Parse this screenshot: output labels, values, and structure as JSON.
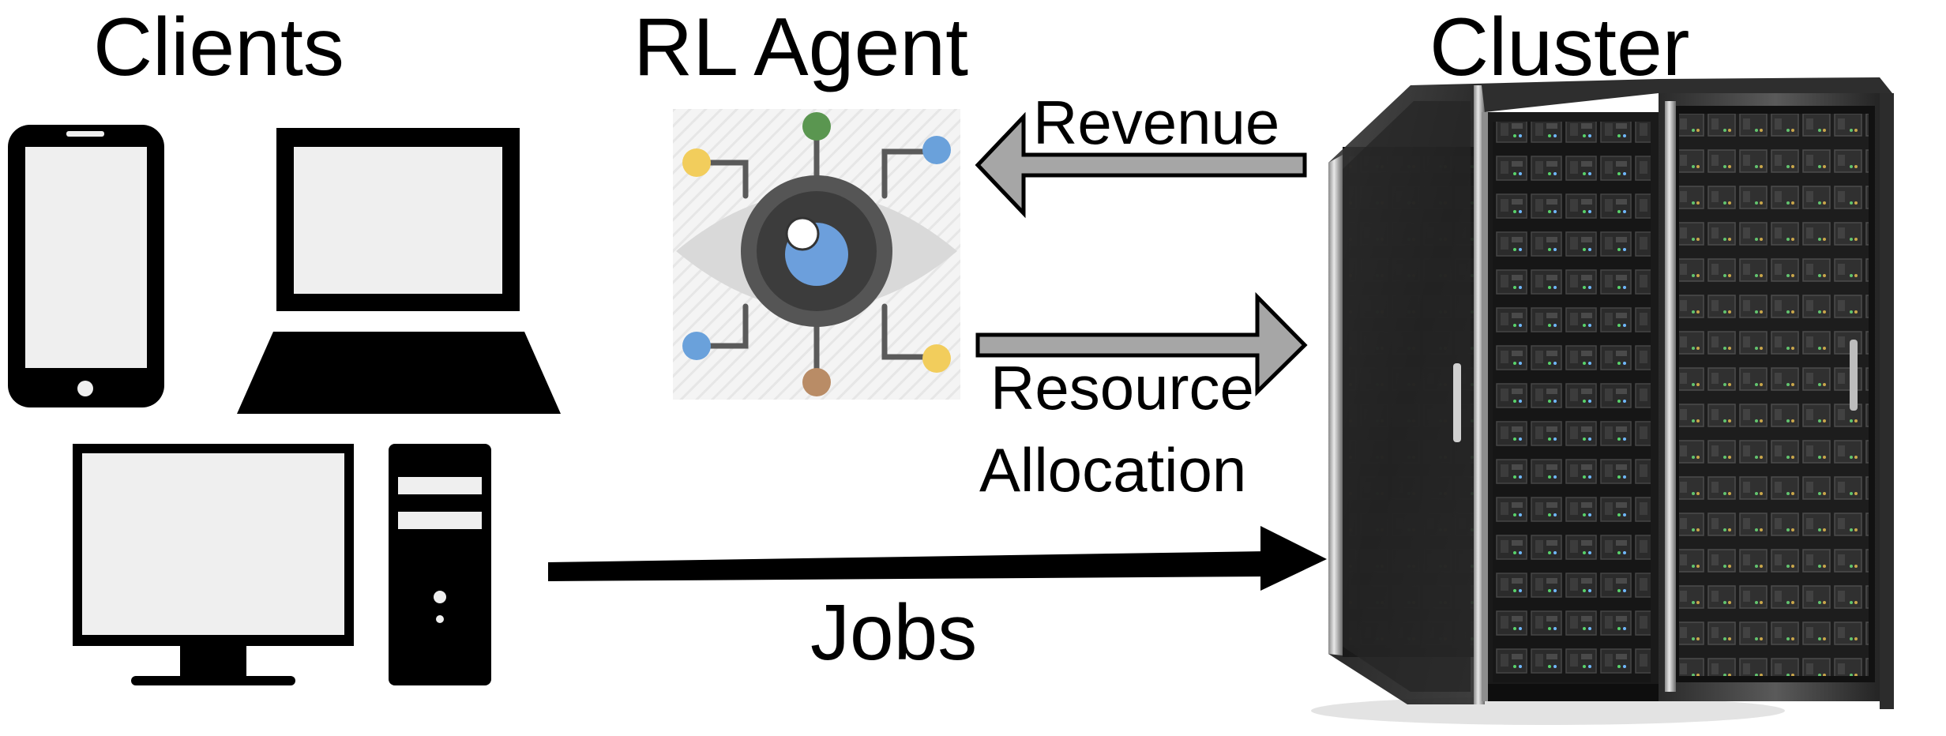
{
  "headings": {
    "clients": "Clients",
    "agent": "RL Agent",
    "cluster": "Cluster"
  },
  "arrows": {
    "revenue": "Revenue",
    "resource_line1": "Resource",
    "resource_line2": "Allocation",
    "jobs": "Jobs"
  },
  "colors": {
    "arrow_gray": "#a6a6a6",
    "eye_blue": "#6c9fdc",
    "node_green": "#5a9650",
    "node_yellow": "#f2cd5c",
    "node_blue": "#6aa1db",
    "node_brown": "#b98c66",
    "eye_gray": "#d9d9d9",
    "iris_dark": "#555555"
  }
}
